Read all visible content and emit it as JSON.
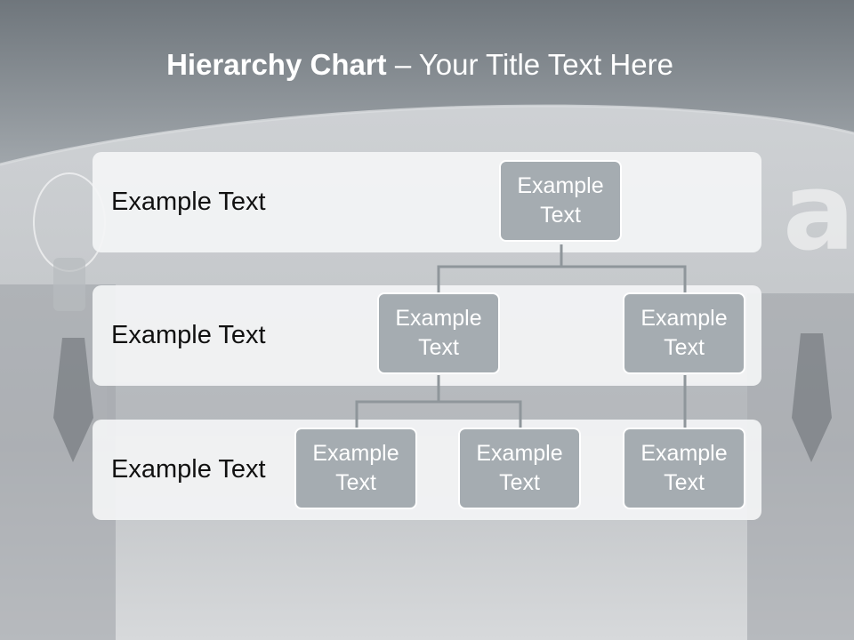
{
  "slide": {
    "title_bold": "Hierarchy Chart",
    "title_sep": " – ",
    "title_rest": "Your Title Text Here"
  },
  "levels": [
    {
      "label": "Example Text"
    },
    {
      "label": "Example Text"
    },
    {
      "label": "Example Text"
    }
  ],
  "nodes": {
    "root": "Example Text",
    "level2_left": "Example Text",
    "level2_right": "Example Text",
    "level3_a": "Example Text",
    "level3_b": "Example Text",
    "level3_c": "Example Text"
  },
  "colors": {
    "header_band": "#8a9197",
    "node_fill": "#a5acb1",
    "connector": "#8f969b",
    "band_fill": "#f3f4f5"
  }
}
